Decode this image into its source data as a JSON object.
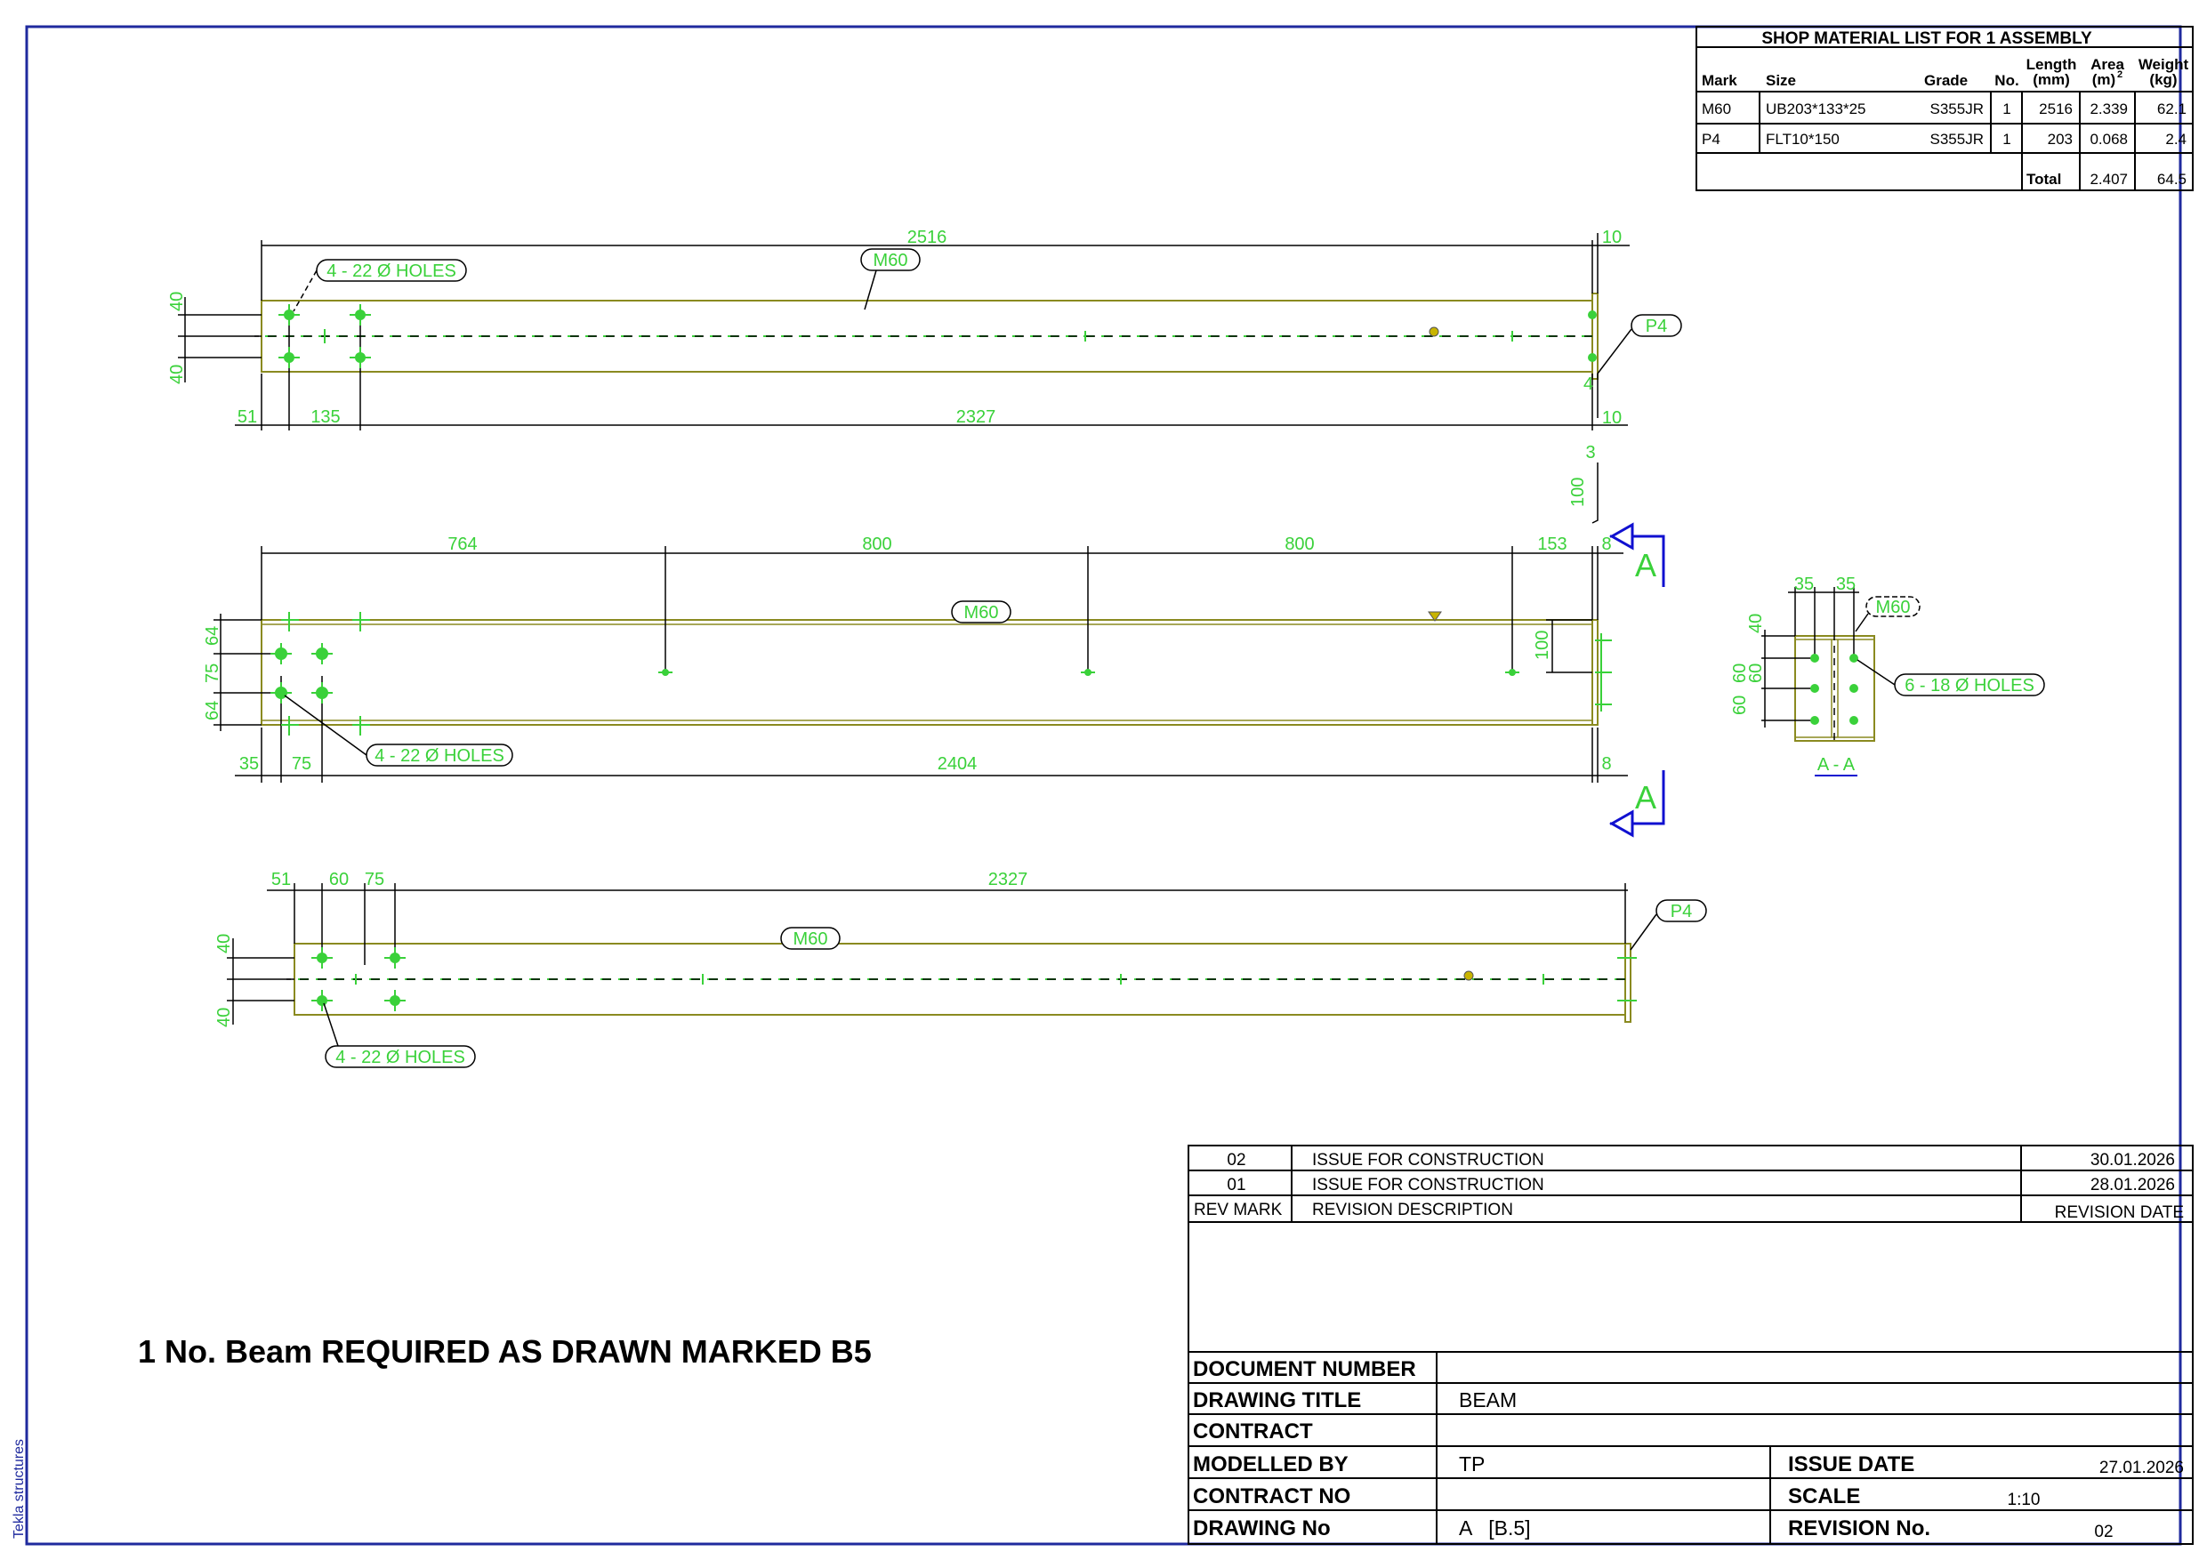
{
  "material_list": {
    "title": "SHOP MATERIAL LIST FOR 1 ASSEMBLY",
    "headers": {
      "mark": "Mark",
      "size": "Size",
      "grade": "Grade",
      "no": "No.",
      "length_1": "Length",
      "length_2": "(mm)",
      "area_1": "Area",
      "area_2": "(m)",
      "area_sup": "2",
      "weight_1": "Weight",
      "weight_2": "(kg)"
    },
    "rows": [
      {
        "mark": "M60",
        "size": "UB203*133*25",
        "grade": "S355JR",
        "no": "1",
        "length": "2516",
        "area": "2.339",
        "weight": "62.1"
      },
      {
        "mark": "P4",
        "size": "FLT10*150",
        "grade": "S355JR",
        "no": "1",
        "length": "203",
        "area": "0.068",
        "weight": "2.4"
      }
    ],
    "total": {
      "label": "Total",
      "area": "2.407",
      "weight": "64.5"
    }
  },
  "view1": {
    "overall": "2516",
    "end_plate": "10",
    "end_plate_bottom": "10",
    "holes_label": "4 - 22 Ø HOLES",
    "beam_tag": "M60",
    "plate_tag": "P4",
    "edge_top": "40",
    "edge_bottom": "40",
    "dim_51": "51",
    "dim_135": "135",
    "dim_2327": "2327",
    "weld_4": "4",
    "weld_3": "3",
    "weld_100": "100"
  },
  "view2": {
    "dim_764": "764",
    "dim_800a": "800",
    "dim_800b": "800",
    "dim_153": "153",
    "dim_8a": "8",
    "beam_tag": "M60",
    "holes_label": "4 - 22 Ø HOLES",
    "left_64a": "64",
    "left_75": "75",
    "left_64b": "64",
    "right_100": "100",
    "dim_35": "35",
    "dim_75": "75",
    "dim_2404": "2404",
    "dim_8b": "8",
    "section_mark_top": "A",
    "section_mark_bottom": "A"
  },
  "section": {
    "dim_35a": "35",
    "dim_35b": "35",
    "tag": "M60",
    "dim_40": "40",
    "dim_60a": "60",
    "dim_60b": "60",
    "dim_60c": "60",
    "holes_label": "6 - 18 Ø HOLES",
    "title": "A - A"
  },
  "view3": {
    "dim_51": "51",
    "dim_60": "60",
    "dim_75": "75",
    "dim_2327": "2327",
    "beam_tag": "M60",
    "plate_tag": "P4",
    "holes_label": "4 - 22 Ø HOLES",
    "edge_top": "40",
    "edge_bottom": "40"
  },
  "note": "1 No. Beam REQUIRED AS DRAWN MARKED B5",
  "side_text": "Tekla structures",
  "revisions": {
    "rows": [
      {
        "mark": "02",
        "description": "ISSUE FOR CONSTRUCTION",
        "date": "30.01.2026"
      },
      {
        "mark": "01",
        "description": "ISSUE FOR CONSTRUCTION",
        "date": "28.01.2026"
      }
    ],
    "header": {
      "mark": "REV MARK",
      "description": "REVISION DESCRIPTION",
      "date": "REVISION DATE"
    }
  },
  "title_block": {
    "document_number_label": "DOCUMENT NUMBER",
    "document_number": "",
    "drawing_title_label": "DRAWING TITLE",
    "drawing_title": "BEAM",
    "contract_label": "CONTRACT",
    "contract": "",
    "modelled_by_label": "MODELLED BY",
    "modelled_by": "TP",
    "contract_no_label": "CONTRACT NO",
    "contract_no": "",
    "drawing_no_label": "DRAWING No",
    "drawing_no": "A   [B.5]",
    "issue_date_label": "ISSUE DATE",
    "issue_date": "27.01.2026",
    "scale_label": "SCALE",
    "scale": "1:10",
    "revision_no_label": "REVISION No.",
    "revision_no": "02"
  },
  "colors": {
    "frame": "#1f2a9e",
    "dimension": "#3ad13a",
    "outline": "#8a8a20",
    "section_arrow": "#1010d0"
  }
}
